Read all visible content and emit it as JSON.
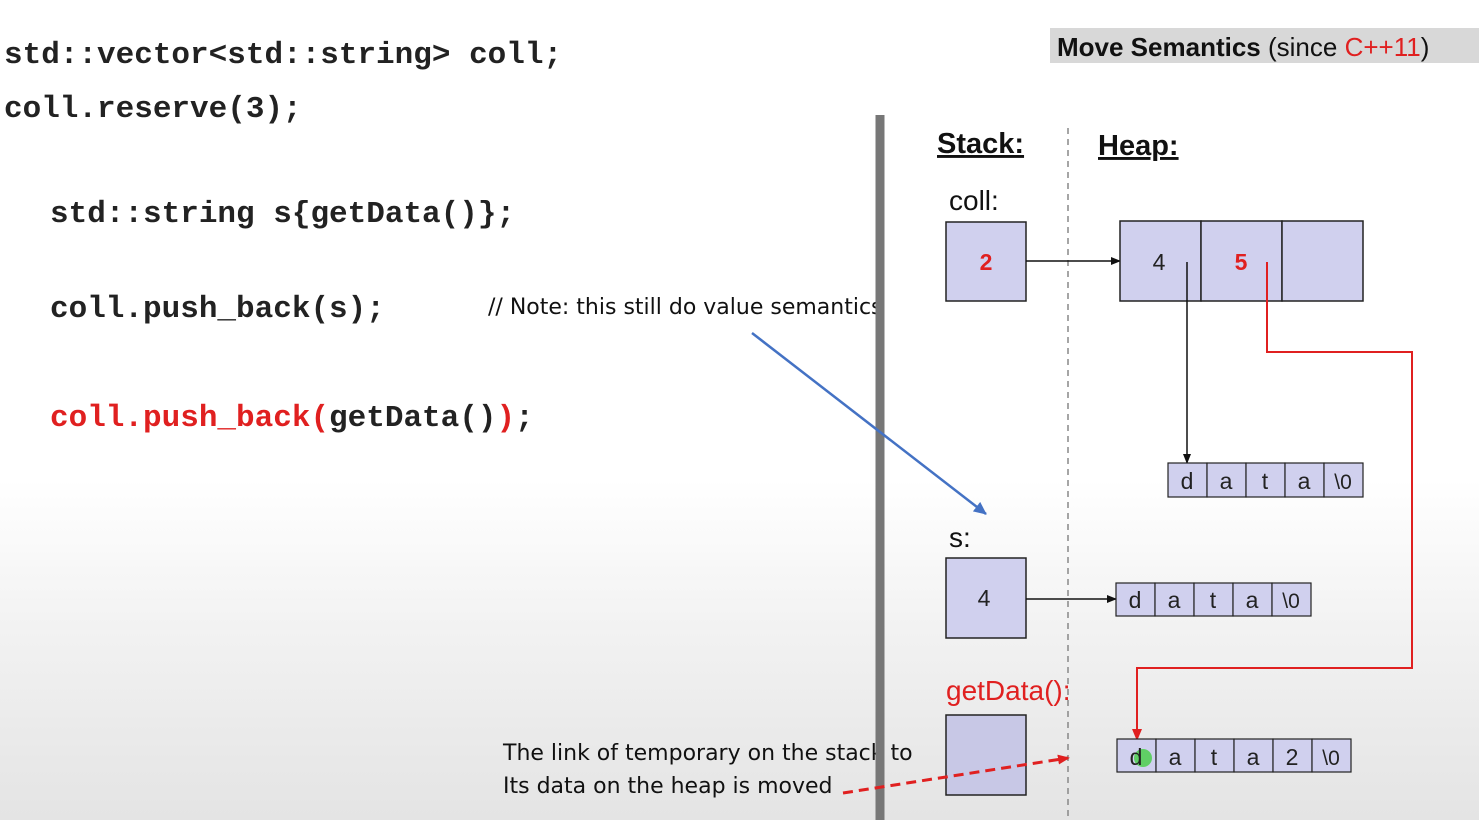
{
  "code": {
    "line1": "std::vector<std::string> coll;",
    "line2": "coll.reserve(3);",
    "line3": "std::string s{getData()};",
    "line4": "coll.push_back(s);",
    "line5_red": "coll.push_back(",
    "line5_mid": "getData()",
    "line5_paren": ")",
    "line5_end": ";"
  },
  "notes": {
    "value_semantics": "// Note: this still do value semantics",
    "moved_line1": "The link of temporary on the stack to",
    "moved_line2": "Its data on the heap is moved"
  },
  "title": {
    "main": "Move Semantics",
    "since_open": " (since ",
    "cpp": "C++11",
    "since_close": ")"
  },
  "diagram": {
    "stack_label": "Stack:",
    "heap_label": "Heap:",
    "coll_label": "coll:",
    "coll_size": "2",
    "heap_vec": [
      "4",
      "5",
      ""
    ],
    "heap_string1": [
      "d",
      "a",
      "t",
      "a",
      "\\0"
    ],
    "s_label": "s:",
    "s_size": "4",
    "heap_string2": [
      "d",
      "a",
      "t",
      "a",
      "\\0"
    ],
    "getdata_label": "getData():",
    "heap_string3": [
      "d",
      "a",
      "t",
      "a",
      "2",
      "\\0"
    ]
  },
  "colors": {
    "box_fill": "#d0d0ee",
    "red": "#e02020",
    "blue_arrow": "#4472c4",
    "divider": "#777777",
    "title_bg": "#d8d8d8"
  }
}
